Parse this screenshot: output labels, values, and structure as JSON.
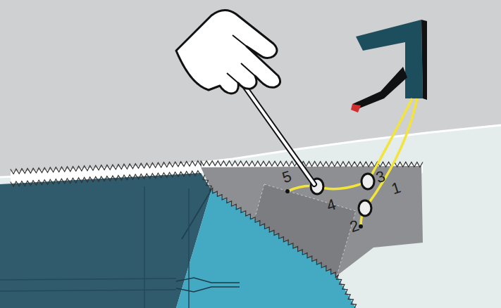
{
  "diagram": {
    "labels": [
      "5",
      "4",
      "3",
      "1",
      "2"
    ]
  }
}
